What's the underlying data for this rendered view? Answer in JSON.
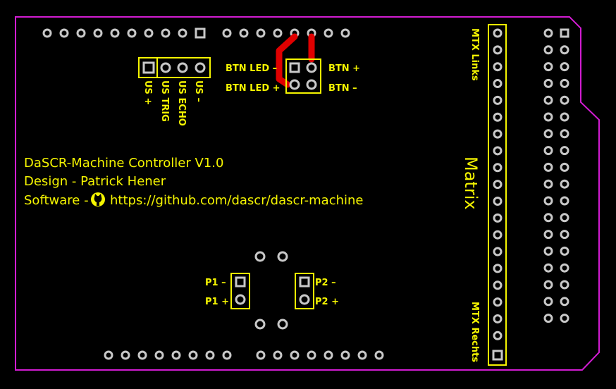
{
  "board": {
    "title_line": "DaSCR-Machine Controller V1.0",
    "design_line": "Design - Patrick Hener",
    "software_prefix": "Software - ",
    "software_url": "https://github.com/dascr/dascr-machine",
    "outline_color": "#d21cd2",
    "silk_color": "#f5f500",
    "trace_color": "#e00000",
    "pad_color": "#c8c8c8"
  },
  "ultrasonic": {
    "labels": [
      "US +",
      "US TRIG",
      "US ECHO",
      "US –"
    ]
  },
  "button": {
    "led_minus": "BTN LED –",
    "led_plus": "BTN LED +",
    "btn_plus": "BTN +",
    "btn_minus": "BTN –"
  },
  "players": {
    "p1_minus": "P1 –",
    "p1_plus": "P1 +",
    "p2_minus": "P2 –",
    "p2_plus": "P2 +"
  },
  "matrix": {
    "title": "Matrix",
    "left_label": "MTX Links",
    "right_label": "MTX Rechts"
  },
  "icons": {
    "github": "github-icon"
  }
}
